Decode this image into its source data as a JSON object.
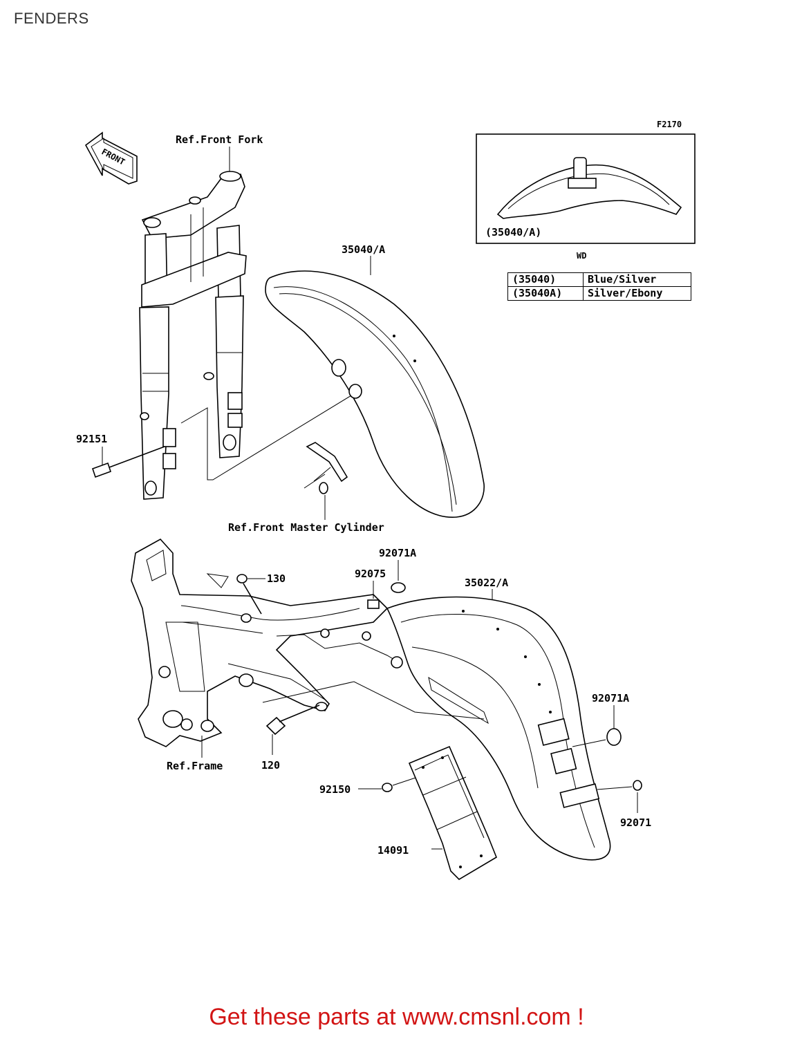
{
  "title": "FENDERS",
  "figure_code": "F2170",
  "front_arrow_label": "FRONT",
  "references": {
    "front_fork": "Ref.Front Fork",
    "front_master_cylinder": "Ref.Front Master Cylinder",
    "frame": "Ref.Frame"
  },
  "parts": {
    "front_fender": "35040/A",
    "rear_fender": "35022/A",
    "bolt_front": "92151",
    "bolt_130": "130",
    "bolt_120": "120",
    "part_92075": "92075",
    "part_92071A_top": "92071A",
    "part_92071A_right": "92071A",
    "part_92071": "92071",
    "part_92150": "92150",
    "part_14091": "14091"
  },
  "inset": {
    "label": "(35040/A)",
    "caption": "WD"
  },
  "wd_table": [
    {
      "code": "(35040)",
      "color": "Blue/Silver"
    },
    {
      "code": "(35040A)",
      "color": "Silver/Ebony"
    }
  ],
  "footer": "Get these parts at www.cmsnl.com !",
  "colors": {
    "footer": "#d21414",
    "line": "#000000",
    "background": "#ffffff"
  }
}
